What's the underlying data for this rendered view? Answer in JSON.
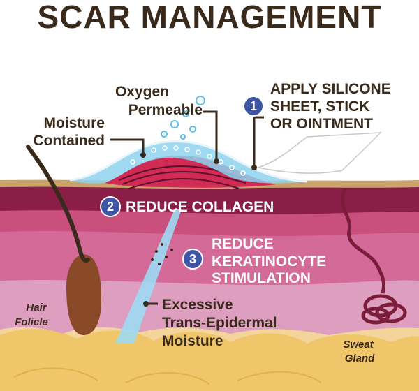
{
  "title": "SCAR MANAGEMENT",
  "labels": {
    "oxygen_line1": "Oxygen",
    "oxygen_line2": "Permeable",
    "moisture_line1": "Moisture",
    "moisture_line2": "Contained",
    "apply_line1": "APPLY SILICONE",
    "apply_line2": "SHEET, STICK",
    "apply_line3": "OR OINTMENT",
    "collagen": "REDUCE COLLAGEN",
    "kera_line1": "REDUCE",
    "kera_line2": "KERATINOCYTE",
    "kera_line3": "STIMULATION",
    "excess_line1": "Excessive",
    "excess_line2": "Trans-Epidermal",
    "excess_line3": "Moisture",
    "hair_line1": "Hair",
    "hair_line2": "Folicle",
    "sweat_line1": "Sweat",
    "sweat_line2": "Gland"
  },
  "badges": {
    "one": "1",
    "two": "2",
    "three": "3"
  },
  "colors": {
    "title": "#3a2a1c",
    "badge": "#3f55a6",
    "epidermis": "#8b1e46",
    "dermis": "#c94f7d",
    "hypodermis": "#d98fb8",
    "fat": "#f0c66a",
    "scar": "#d12a55",
    "gel": "#8fd3ee"
  }
}
